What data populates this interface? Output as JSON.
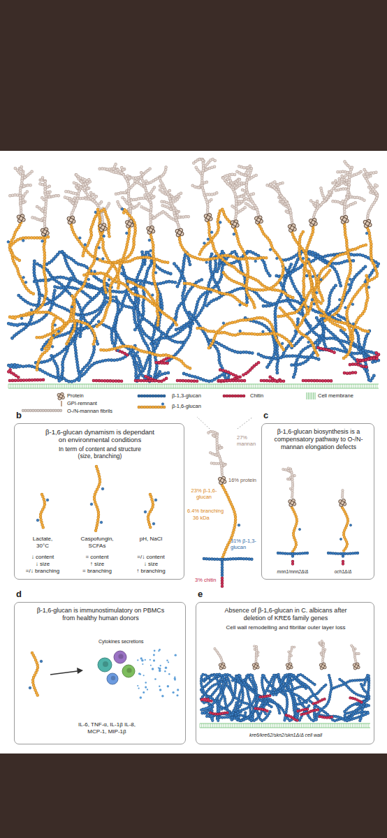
{
  "diagram": {
    "nodes": [
      {
        "text": [
          "b",
          "β-1,6-glucan dynamism is dependant on environmental conditions",
          "In term of content and structure (size, branching)",
          "Lactate, 30°C",
          "↓ content",
          "↓ size",
          "=/↓ branching",
          "Caspofungin, SCFAs",
          "= content",
          "↑ size",
          "= branching",
          "pH, NaCl",
          "=/↓ content",
          "↓ size",
          "↑ branching"
        ]
      },
      {
        "text": [
          "c",
          "β-1,6-glucan biosynthesis is a compensatory pathway to O-/N-mannan elongation defects",
          "mnn1/mnn2Δ/Δ",
          "och1Δ/Δ"
        ]
      },
      {
        "text": [
          "d",
          "β-1,6-glucan is immunostimulatory on PBMCs from healthy human donors",
          "Cytokines secretions",
          "IL-6, TNF-α, IL-1β IL-8, MCP-1, MIP-1β"
        ]
      },
      {
        "text": [
          "e",
          "Absence of β-1,6-glucan in C. albicans after deletion of KRE6 family genes",
          "Cell wall remodelling and fibrillar outer layer loss",
          "kre6/kre62/skn2/skn1Δ/Δ cell wall"
        ]
      }
    ],
    "labels": [
      "27% mannan",
      "16% protein",
      "23% β-1,6-glucan",
      "6.4% branching",
      "36 kDa",
      "31% β-1,3-glucan",
      "3% chitin"
    ],
    "legend": [
      {
        "text": "Protein"
      },
      {
        "text": "GPI-remnant"
      },
      {
        "text": "O-/N-mannan fibrils",
        "color": "#dcd0ca"
      },
      {
        "text": "β-1,3-glucan",
        "color": "#2f6ba8"
      },
      {
        "text": "β-1,6-glucan",
        "color": "#f2a93b"
      },
      {
        "text": "Chitin",
        "color": "#c42a4c"
      },
      {
        "text": "Cell membrane",
        "color": "#86c98a"
      }
    ]
  }
}
